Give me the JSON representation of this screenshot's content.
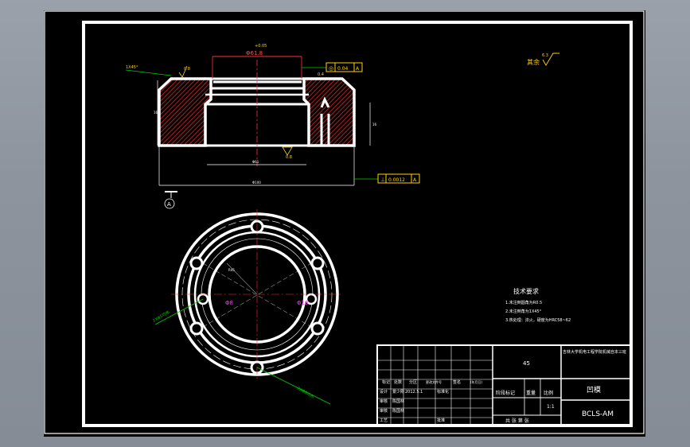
{
  "drawing": {
    "title": "凹模",
    "code": "BCLS-AM",
    "scale": "1:1",
    "surface_rest": "其余",
    "surface_rest_value": "6.3",
    "section_label": "A"
  },
  "dimensions": {
    "chamfer": "1X45°",
    "bore": "Φ61.8",
    "bore_tol": "+0.05",
    "flatness": "0.04",
    "flatness_datum": "A",
    "roughness_top": "0.8",
    "roughness_top2": "0.4",
    "roughness_bottom": "0.8",
    "perpendicular": "0.0012",
    "perp_datum": "A",
    "width_small": "Φ61",
    "width_large": "Φ100",
    "height_left": "16",
    "height_right": "16",
    "radius_label": "R45",
    "hole_a": "Φ8",
    "hole_b": "Φ10",
    "angle_lead_1": "2XΦ5均布",
    "angle_lead_2": "2XΦ8均布"
  },
  "tech_req": {
    "title": "技术要求",
    "items": [
      "1.未注倒圆角为R0.5",
      "2.未注倒角为1X45°",
      "3.热处理：淬火，硬度为HRC58~62"
    ]
  },
  "title_block": {
    "school": "吉林大学机电工程学院机械自本三班",
    "material": "45",
    "row_headers": [
      "标记",
      "处数",
      "分区",
      "更改文件号",
      "签名",
      "(年月日)"
    ],
    "designer_label": "设计",
    "designer": "景少刚",
    "date": "2012.5.1",
    "std_label": "标准化",
    "check_label": "审核",
    "check_name": "陈国林",
    "approve_label": "审核",
    "approve_name": "陈国林",
    "craft_label": "工艺",
    "approve2_label": "批准",
    "stage_label": "阶段标记",
    "weight_label": "重量",
    "ratio_label": "比例",
    "sheets": "共  张  第  张"
  }
}
